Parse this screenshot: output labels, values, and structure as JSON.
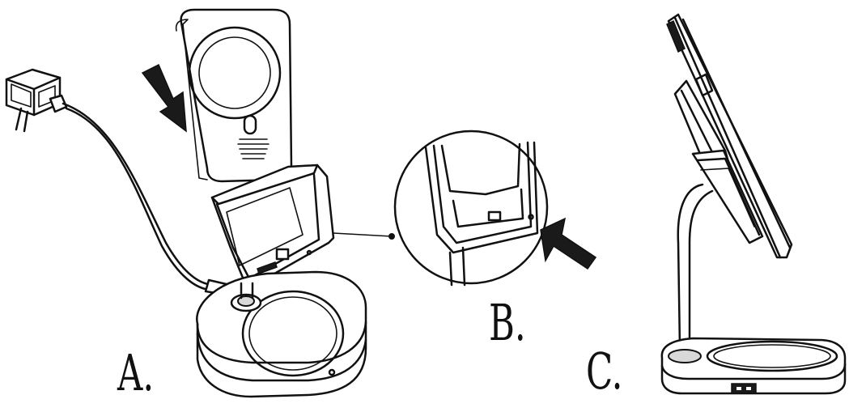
{
  "panels": [
    {
      "id": "a",
      "label": "A."
    },
    {
      "id": "b",
      "label": "B."
    },
    {
      "id": "c",
      "label": "C."
    }
  ],
  "colors": {
    "line": "#111111",
    "background": "#ffffff"
  }
}
